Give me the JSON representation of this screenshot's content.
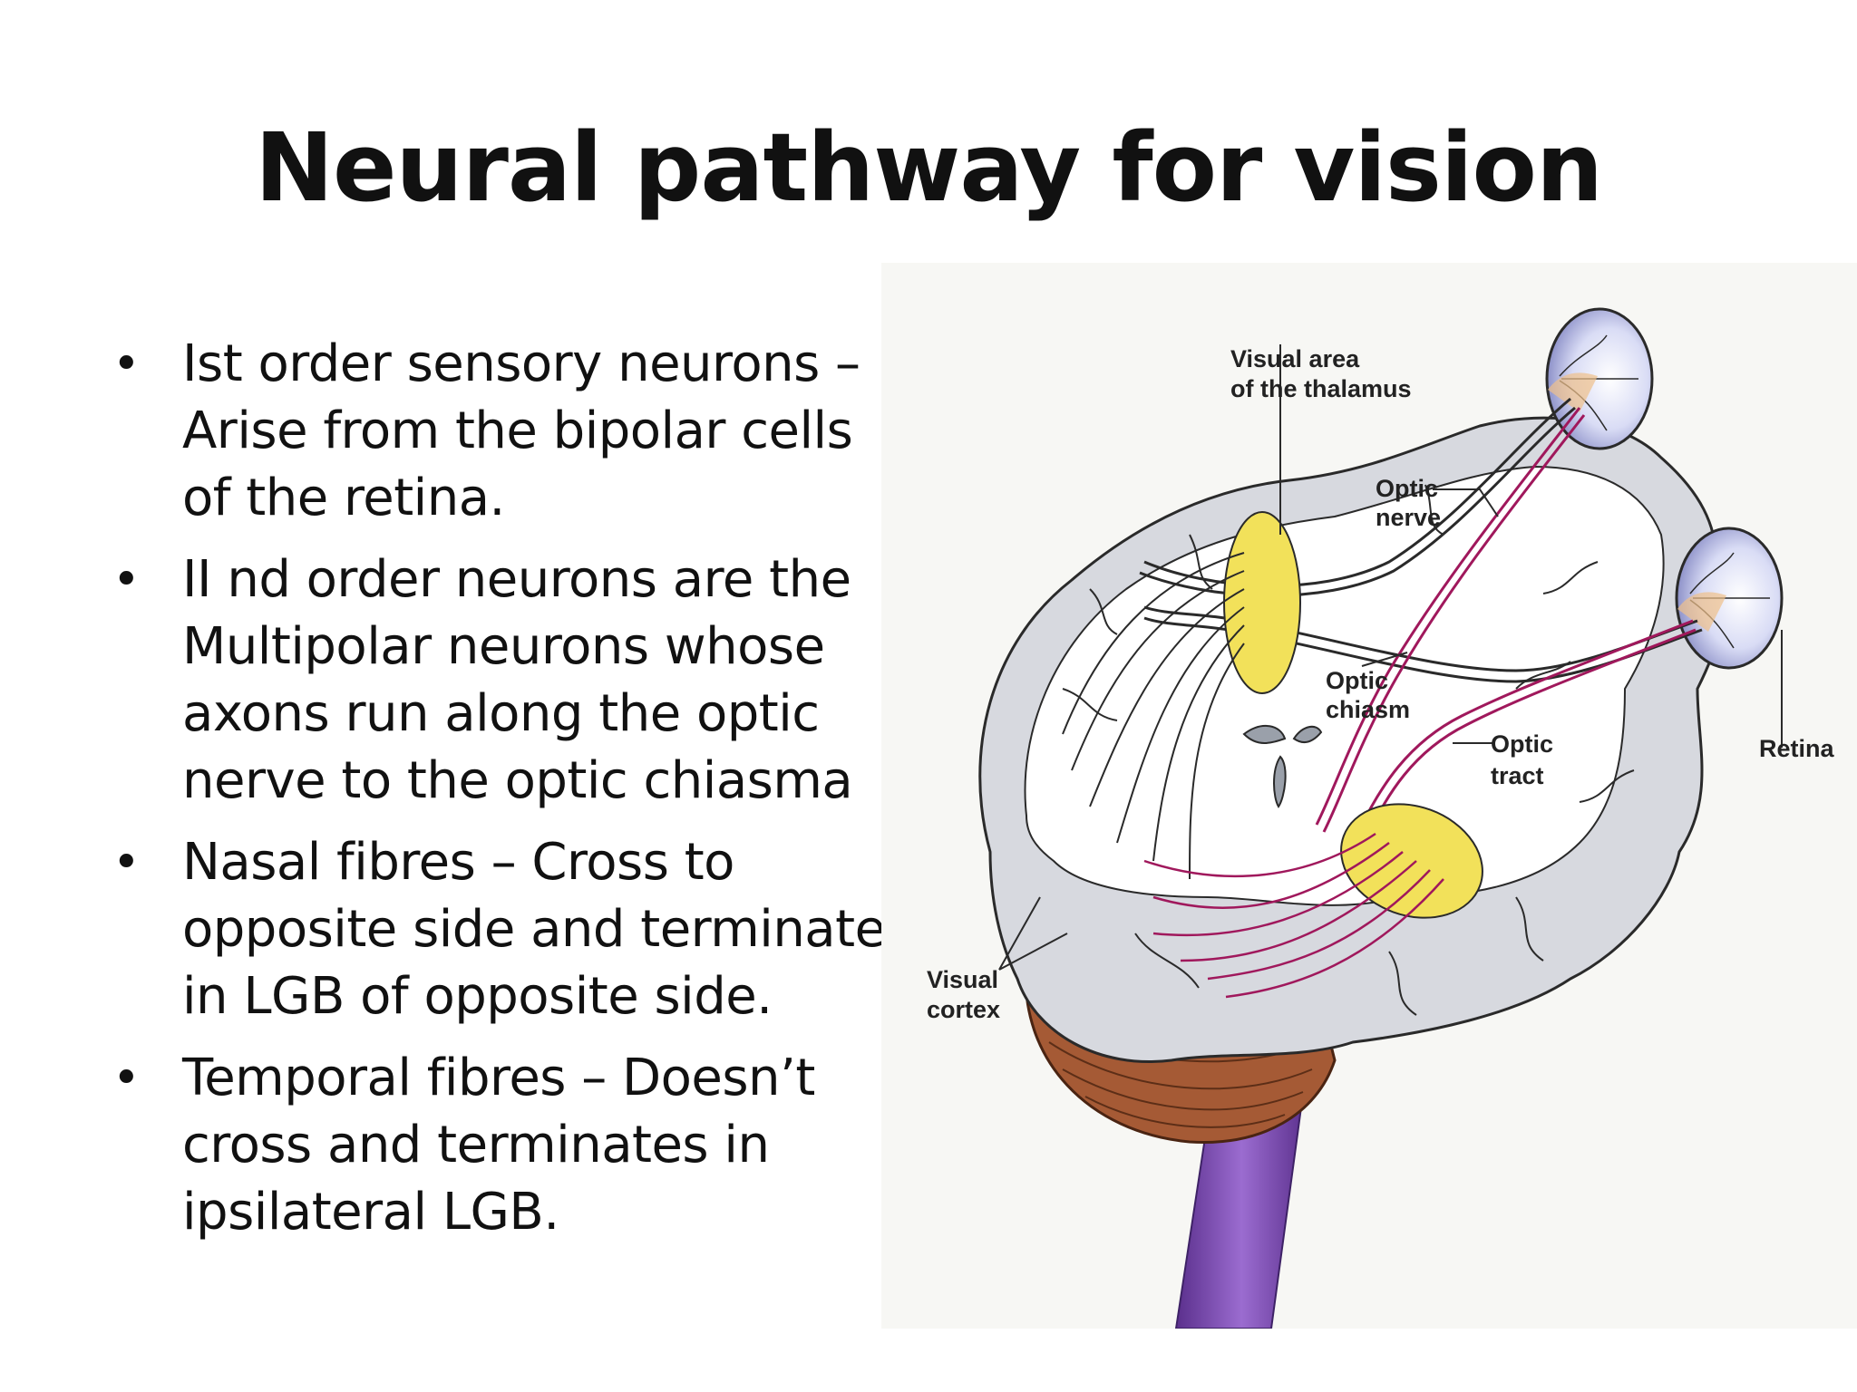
{
  "slide": {
    "title": "Neural pathway for vision",
    "bullets": [
      {
        "lines": [
          "Ist order sensory neurons –",
          "Arise from the bipolar cells",
          "of the retina."
        ]
      },
      {
        "lines": [
          "II nd order neurons are the",
          "Multipolar neurons whose",
          "axons run along the optic",
          "nerve to the optic chiasma"
        ]
      },
      {
        "lines": [
          "Nasal fibres – Cross to",
          "opposite side and terminate",
          "in LGB of opposite side."
        ]
      },
      {
        "lines": [
          "Temporal fibres – Doesn’t",
          "cross and terminates in",
          "ipsilateral LGB."
        ]
      }
    ]
  },
  "diagram": {
    "labels": {
      "thalamus_1": "Visual area",
      "thalamus_2": "of the thalamus",
      "optic_nerve_1": "Optic",
      "optic_nerve_2": "nerve",
      "optic_chiasm_1": "Optic",
      "optic_chiasm_2": "chiasm",
      "optic_tract_1": "Optic",
      "optic_tract_2": "tract",
      "retina": "Retina",
      "visual_cortex_1": "Visual",
      "visual_cortex_2": "cortex"
    },
    "colors": {
      "nasal_fibre": "#a0185c",
      "thalamus_nucleus": "#f2e15a",
      "brain_outline": "#2a2a2a",
      "cortex_shadow": "#c7c9d0",
      "cerebellum": "#a55a35",
      "brainstem": "#7a4aa8"
    }
  }
}
